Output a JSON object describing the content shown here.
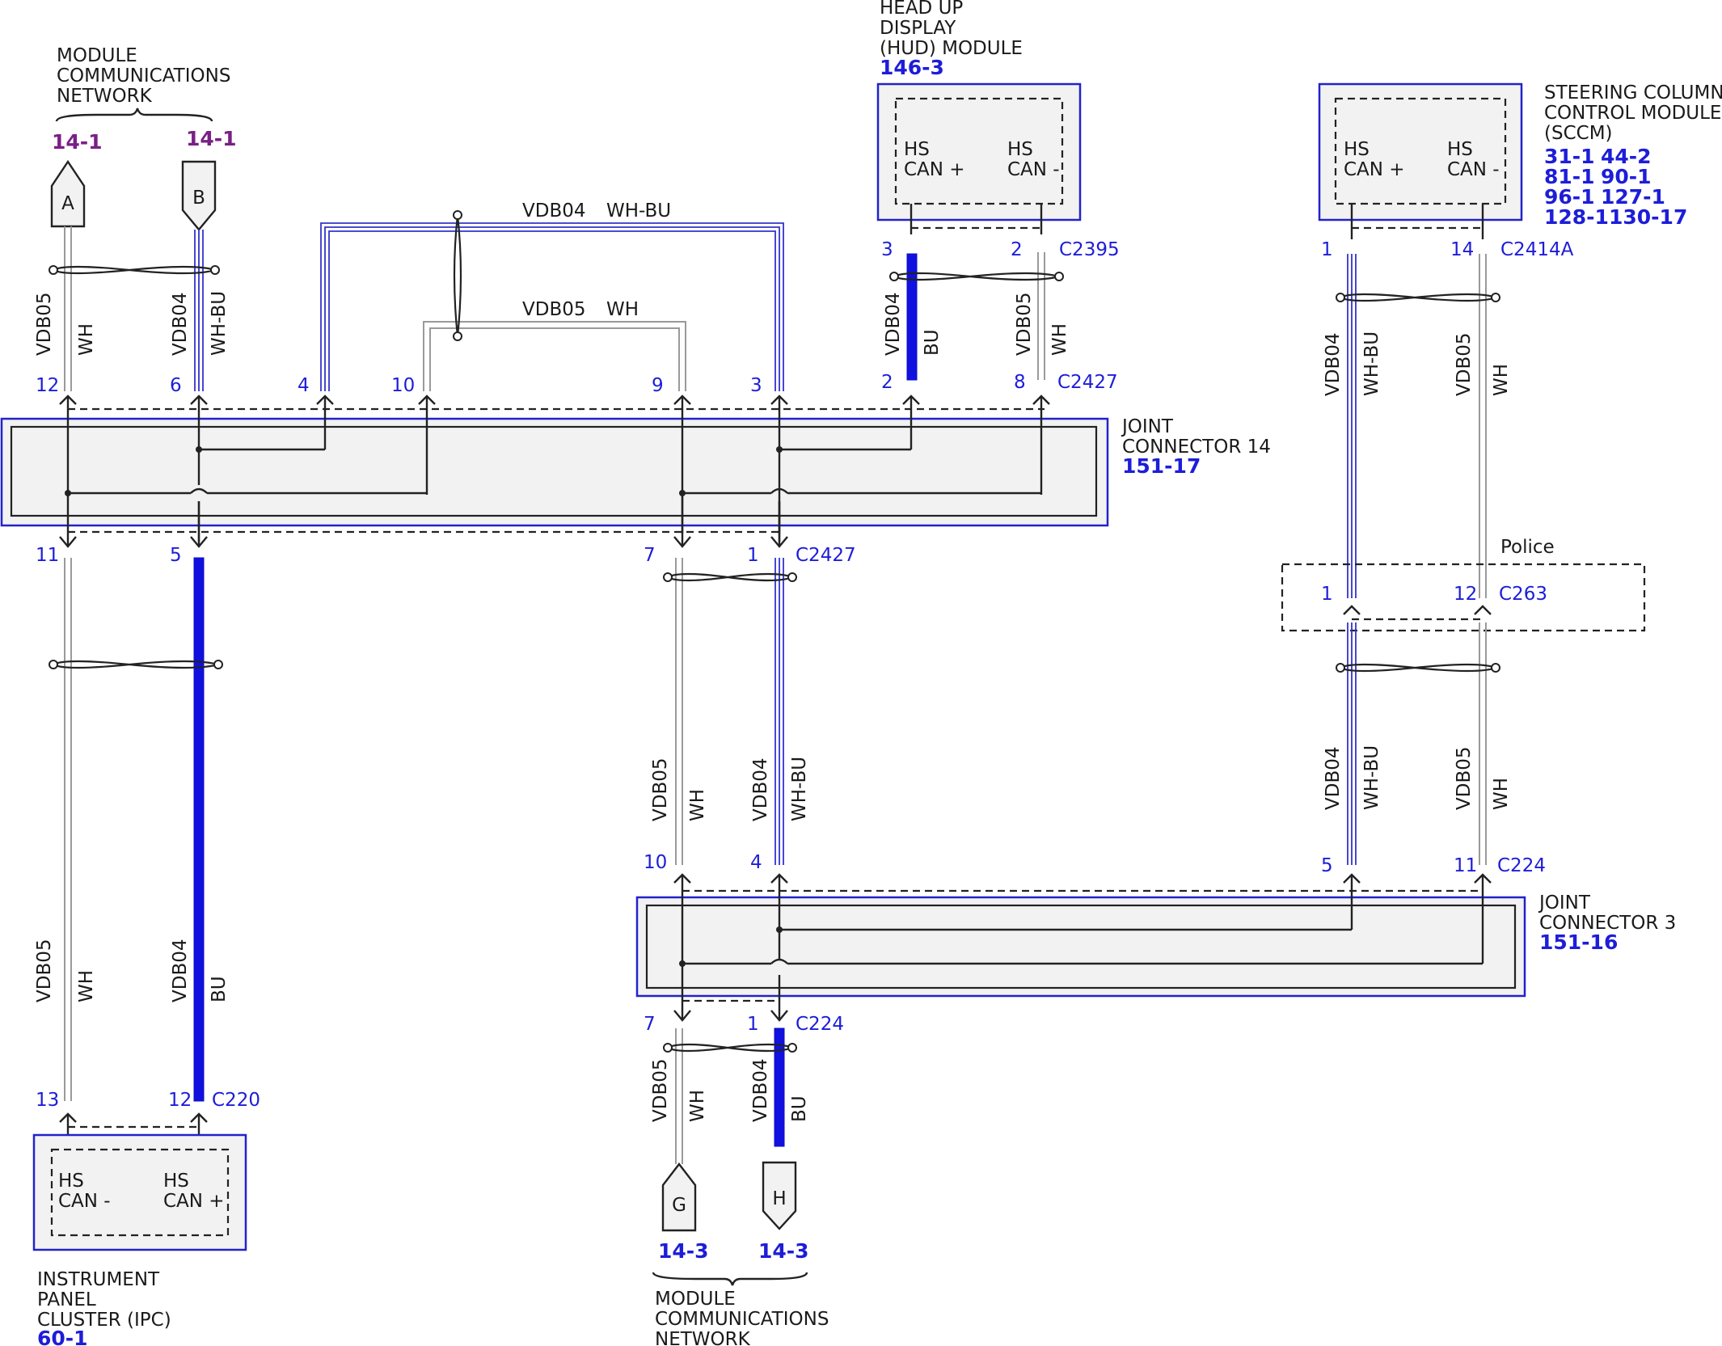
{
  "labels": {
    "mcn_top": [
      "MODULE",
      "COMMUNICATIONS",
      "NETWORK"
    ],
    "mcn_top_ref_a": "14-1",
    "mcn_top_ref_b": "14-1",
    "conn_a": "A",
    "conn_b": "B",
    "hud": [
      "HEAD UP",
      "DISPLAY",
      "(HUD) MODULE"
    ],
    "hud_ref": "146-3",
    "hud_pin_plus": [
      "HS",
      "CAN +"
    ],
    "hud_pin_minus": [
      "HS",
      "CAN -"
    ],
    "sccm": [
      "STEERING COLUMN",
      "CONTROL MODULE",
      "(SCCM)"
    ],
    "sccm_refs": [
      [
        "31-1",
        "44-2"
      ],
      [
        "81-1",
        "90-1"
      ],
      [
        "96-1",
        "127-1"
      ],
      [
        "128-1",
        "130-17"
      ]
    ],
    "sccm_pin_plus": [
      "HS",
      "CAN +"
    ],
    "sccm_pin_minus": [
      "HS",
      "CAN -"
    ],
    "jc14": [
      "JOINT",
      "CONNECTOR 14"
    ],
    "jc14_ref": "151-17",
    "jc3": [
      "JOINT",
      "CONNECTOR 3"
    ],
    "jc3_ref": "151-16",
    "police": "Police",
    "ipc": [
      "INSTRUMENT",
      "PANEL",
      "CLUSTER (IPC)"
    ],
    "ipc_ref": "60-1",
    "ipc_pin_minus": [
      "HS",
      "CAN -"
    ],
    "ipc_pin_plus": [
      "HS",
      "CAN +"
    ],
    "mcn_bottom": [
      "MODULE",
      "COMMUNICATIONS",
      "NETWORK"
    ],
    "mcn_bottom_ref_g": "14-3",
    "mcn_bottom_ref_h": "14-3",
    "conn_g": "G",
    "conn_h": "H"
  },
  "circuits": {
    "vdb04": "VDB04",
    "vdb05": "VDB05",
    "wh": "WH",
    "whbu": "WH-BU",
    "bu": "BU"
  },
  "connectors": {
    "c2395": "C2395",
    "c2427": "C2427",
    "c2414a": "C2414A",
    "c263": "C263",
    "c224": "C224",
    "c220": "C220"
  },
  "pins": {
    "jc14_top": [
      "12",
      "6",
      "4",
      "10",
      "9",
      "3"
    ],
    "hud_top": [
      "3",
      "2"
    ],
    "hud_bottom": [
      "2",
      "8"
    ],
    "jc14_bottom": [
      "11",
      "5",
      "7",
      "1"
    ],
    "sccm_top": [
      "1",
      "14"
    ],
    "police": [
      "1",
      "12"
    ],
    "jc3_top": [
      "10",
      "4",
      "5",
      "11"
    ],
    "jc3_bottom": [
      "7",
      "1"
    ],
    "ipc": [
      "13",
      "12"
    ]
  },
  "colors": {
    "accent_blue": "#1d1dd9",
    "wire_blue": "#1010e0",
    "ref_purple": "#7a1f86"
  }
}
